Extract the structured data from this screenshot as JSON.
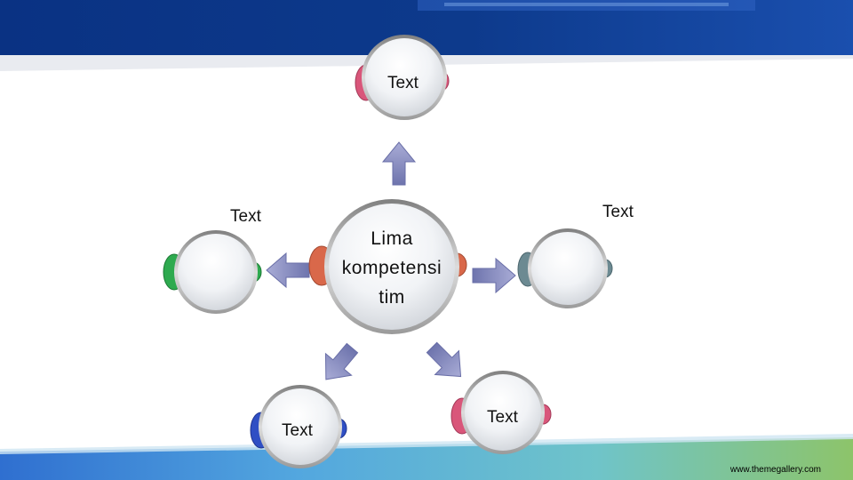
{
  "center": {
    "text_lines": [
      "Lima",
      "kompetensi",
      "tim"
    ]
  },
  "nodes": {
    "top": {
      "label": "Text"
    },
    "left": {
      "label": "Text"
    },
    "right": {
      "label": "Text"
    },
    "bottom_left": {
      "label": "Text"
    },
    "bottom_right": {
      "label": "Text"
    }
  },
  "footer": {
    "url": "www.themegallery.com"
  },
  "colors": {
    "header_blue": "#0d3a8c",
    "arrow": "#8a8fc0",
    "top_cap": "#d9567a",
    "left_cap": "#2eaa4f",
    "right_cap": "#6c8a92",
    "center_cap": "#d9684a",
    "bottom_left_cap": "#2f4fc4",
    "bottom_right_cap": "#d9567a"
  }
}
